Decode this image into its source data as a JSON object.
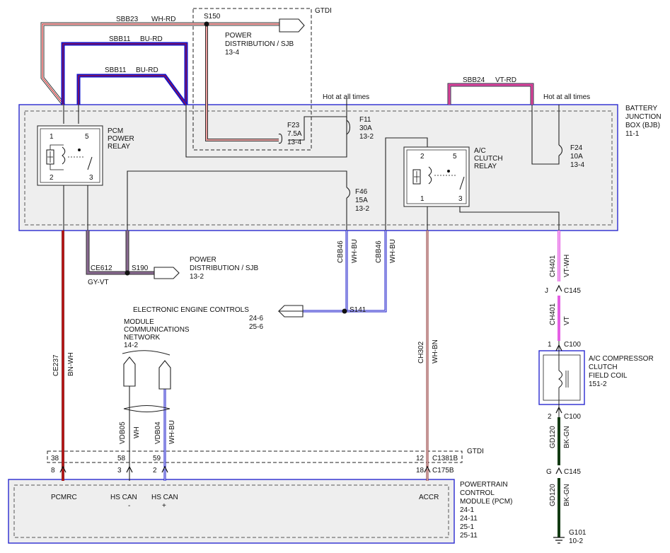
{
  "labels": {
    "sbb23": "SBB23",
    "wh_rd": "WH-RD",
    "sbb11a": "SBB11",
    "bu_rd_a": "BU-RD",
    "sbb11b": "SBB11",
    "bu_rd_b": "BU-RD",
    "s150": "S150",
    "gtdi_top": "GTDI",
    "pd_sjb_1": "POWER",
    "pd_sjb_2": "DISTRIBUTION / SJB",
    "pd_sjb_3": "13-4",
    "hot1": "Hot at all times",
    "hot2": "Hot at all times",
    "sbb24": "SBB24",
    "vt_rd": "VT-RD",
    "bjb_1": "BATTERY",
    "bjb_2": "JUNCTION",
    "bjb_3": "BOX (BJB)",
    "bjb_4": "11-1",
    "pcm_relay_1": "PCM",
    "pcm_relay_2": "POWER",
    "pcm_relay_3": "RELAY",
    "pcm_pin1": "1",
    "pcm_pin5": "5",
    "pcm_pin2": "2",
    "pcm_pin3": "3",
    "f23_1": "F23",
    "f23_2": "7.5A",
    "f23_3": "13-4",
    "f11_1": "F11",
    "f11_2": "30A",
    "f11_3": "13-2",
    "f46_1": "F46",
    "f46_2": "15A",
    "f46_3": "13-2",
    "f24_1": "F24",
    "f24_2": "10A",
    "f24_3": "13-4",
    "ac_relay_1": "A/C",
    "ac_relay_2": "CLUTCH",
    "ac_relay_3": "RELAY",
    "ac_pin2": "2",
    "ac_pin5": "5",
    "ac_pin1": "1",
    "ac_pin3": "3",
    "ce612": "CE612",
    "gy_vt": "GY-VT",
    "s190": "S190",
    "pd2_1": "POWER",
    "pd2_2": "DISTRIBUTION / SJB",
    "pd2_3": "13-2",
    "cbb46a": "CBB46",
    "wh_bu_a": "WH-BU",
    "cbb46b": "CBB46",
    "wh_bu_b": "WH-BU",
    "ch401a": "CH401",
    "vt_wh": "VT-WH",
    "j_pin": "J",
    "c145a": "C145",
    "ch401b": "CH401",
    "vt": "VT",
    "pin1_c100": "1",
    "c100a": "C100",
    "eec_1": "ELECTRONIC ENGINE CONTROLS",
    "eec_2": "24-6",
    "eec_3": "25-6",
    "s141": "S141",
    "mcn_1": "MODULE",
    "mcn_2": "COMMUNICATIONS",
    "mcn_3": "NETWORK",
    "mcn_4": "14-2",
    "ce237": "CE237",
    "bn_wh": "BN-WH",
    "ch302": "CH302",
    "wh_bn": "WH-BN",
    "acc_1": "A/C COMPRESSOR",
    "acc_2": "CLUTCH",
    "acc_3": "FIELD COIL",
    "acc_4": "151-2",
    "pin2_c100": "2",
    "c100b": "C100",
    "vdb05": "VDB05",
    "wh": "WH",
    "vdb04": "VDB04",
    "wh_bu_c": "WH-BU",
    "gd120a": "GD120",
    "bk_gn_a": "BK-GN",
    "g_pin": "G",
    "c145b": "C145",
    "gd120b": "GD120",
    "bk_gn_b": "BK-GN",
    "p38": "38",
    "p58": "58",
    "p59": "59",
    "p12": "12",
    "c1381b": "C1381B",
    "gtdi_bot": "GTDI",
    "p8": "8",
    "p3": "3",
    "p2": "2",
    "p18": "18",
    "c175b": "C175B",
    "pcmrc": "PCMRC",
    "hscan1": "HS CAN",
    "hscan1s": "-",
    "hscan2": "HS CAN",
    "hscan2s": "+",
    "accr": "ACCR",
    "pcm_1": "POWERTRAIN",
    "pcm_2": "CONTROL",
    "pcm_3": "MODULE (PCM)",
    "pcm_4": "24-1",
    "pcm_5": "24-11",
    "pcm_6": "25-1",
    "pcm_7": "25-11",
    "g101_1": "G101",
    "g101_2": "10-2"
  },
  "colors": {
    "red": "#d01010",
    "blue": "#1515c8",
    "white": "#ffffff",
    "violet": "#e45ee4",
    "gray_violet": "#8a6a92",
    "brown": "#8a2a2a",
    "black_green": "#123a12",
    "bjb_border": "#2a2ad0"
  }
}
